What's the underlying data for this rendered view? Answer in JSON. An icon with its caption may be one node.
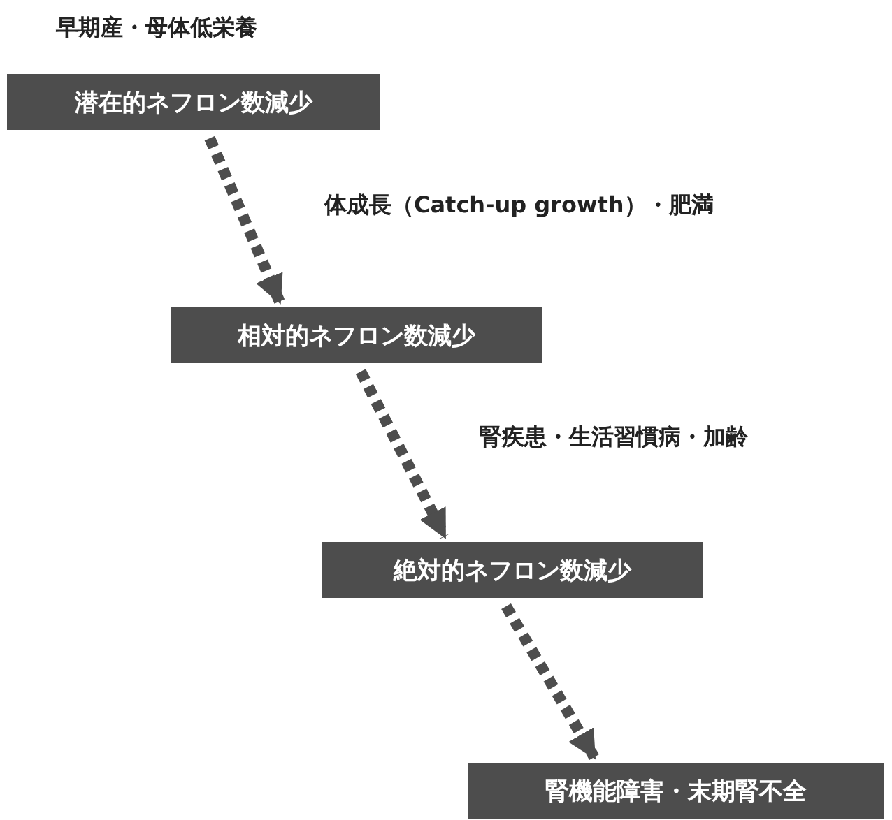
{
  "diagram": {
    "nodes": [
      {
        "text": [
          "潜在的ネフロン数減少"
        ],
        "beside": [
          "早期産・母体低栄養"
        ]
      },
      {
        "text": [
          "相対的ネフロン数減少"
        ]
      },
      {
        "text": [
          "絶対的ネフロン数減少"
        ]
      },
      {
        "text": [
          "腎機能障害・末期腎不全"
        ]
      }
    ],
    "edges": [
      {
        "from": 0,
        "to": 1,
        "arrow": "to",
        "style": "dashed",
        "label": "体成長（Catch-up growth）・肥満"
      },
      {
        "from": 1,
        "to": 2,
        "arrow": "to",
        "style": "dashed",
        "label": "腎疾患・生活習慣病・加齢"
      },
      {
        "from": 2,
        "to": 3,
        "arrow": "to",
        "style": "dashed"
      }
    ]
  }
}
